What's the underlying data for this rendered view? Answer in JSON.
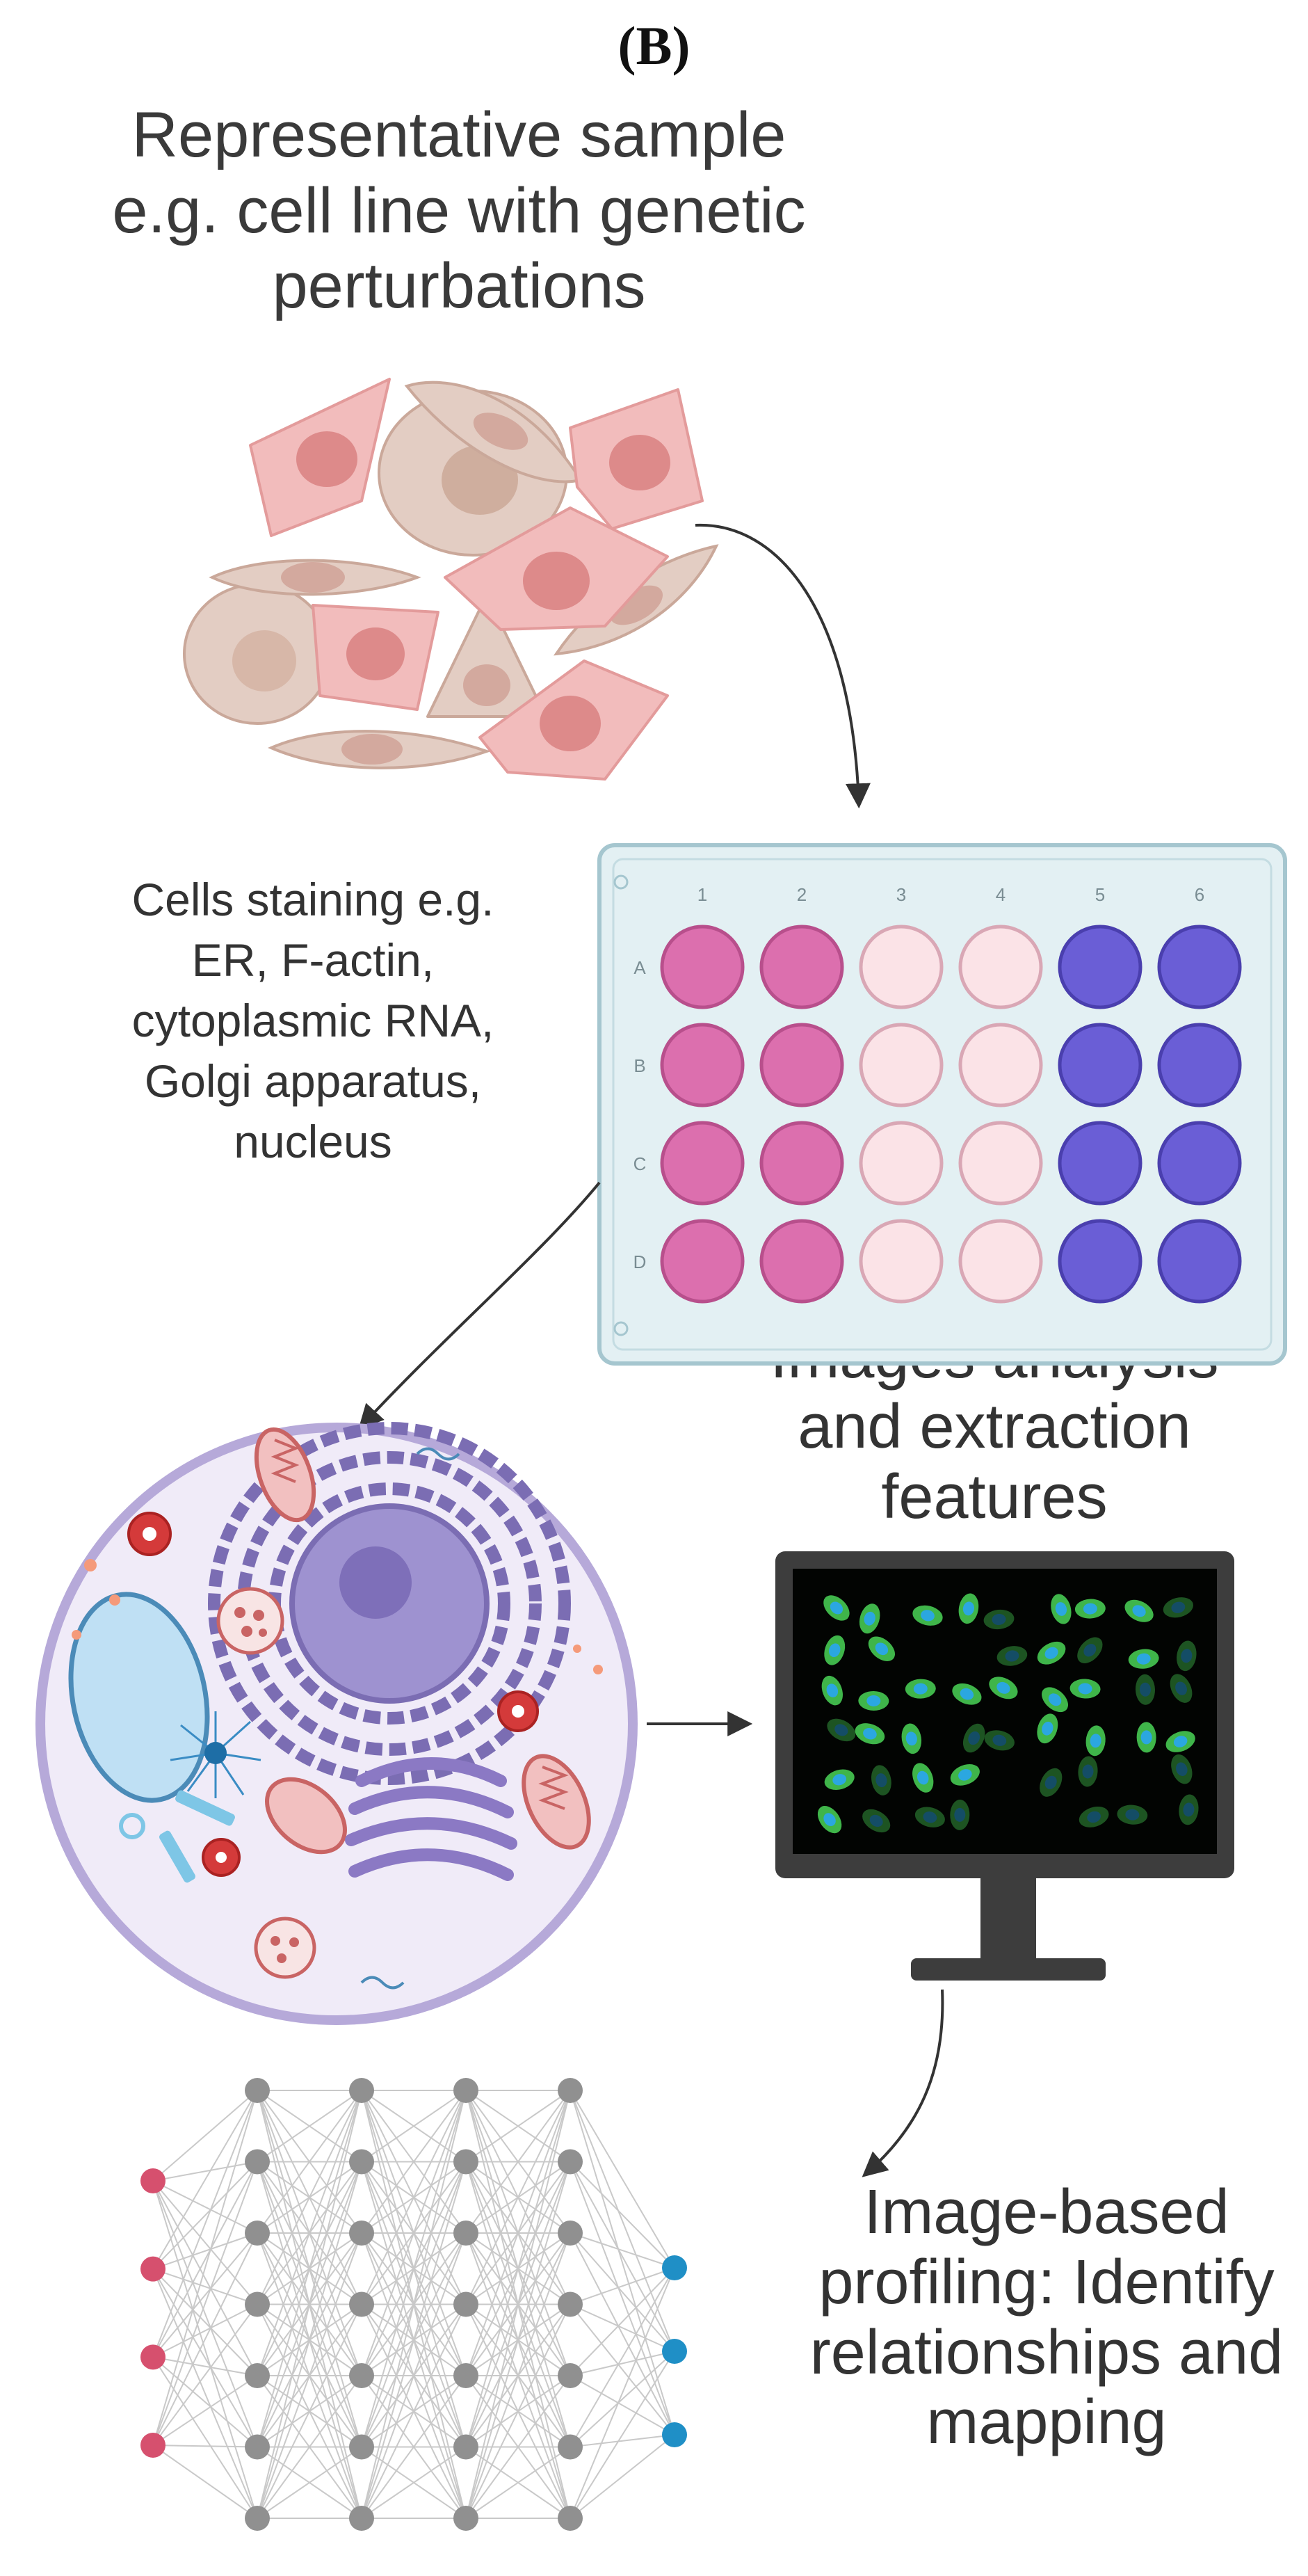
{
  "panel_label": "(B)",
  "sample_text": [
    "Representative sample",
    "e.g. cell line with genetic",
    "perturbations"
  ],
  "staining_text": [
    "Cells staining e.g.",
    "ER, F-actin,",
    "cytoplasmic RNA,",
    "Golgi apparatus,",
    "nucleus"
  ],
  "plate": {
    "columns": [
      "1",
      "2",
      "3",
      "4",
      "5",
      "6"
    ],
    "rows": [
      "A",
      "B",
      "C",
      "D"
    ],
    "column_colors": [
      "#dc6fae",
      "#dc6fae",
      "#fbe3e7",
      "#fbe3e7",
      "#6a5ed6",
      "#6a5ed6"
    ]
  },
  "analysis_text": [
    "Images analysis",
    "and extraction",
    "features"
  ],
  "profiling_text": [
    "Image-based",
    "profiling: Identify",
    "relationships and",
    "mapping"
  ],
  "colors": {
    "cell_pink": "#f2bcbc",
    "cell_beige": "#e3cdc3",
    "nucleus_pink": "#dd8a8a",
    "organelle_purple": "#8f82c8",
    "screen_cell": "#3fb54a",
    "screen_nucleus": "#2ba7e0",
    "network_input": "#d6506e",
    "network_hidden": "#909090",
    "network_output": "#1f8fc6"
  },
  "network": {
    "layers": [
      4,
      7,
      7,
      7,
      7,
      3
    ]
  }
}
